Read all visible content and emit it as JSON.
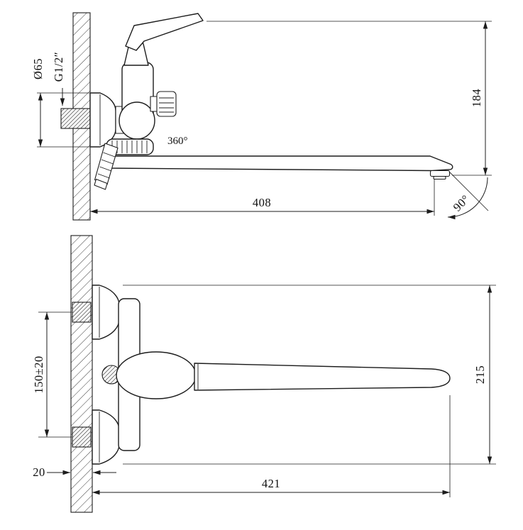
{
  "drawing": {
    "background": "#ffffff",
    "line_color": "#1c1c1c"
  },
  "top_view": {
    "dims": {
      "flange_diameter": "Ø65",
      "thread": "G1/2″",
      "swivel_angle": "360°",
      "spout_reach": "408",
      "height": "184",
      "rotation": "90°"
    }
  },
  "bottom_view": {
    "dims": {
      "inlet_spacing": "150±20",
      "overall_height": "215",
      "wall_thickness": "20",
      "overall_length": "421"
    }
  }
}
